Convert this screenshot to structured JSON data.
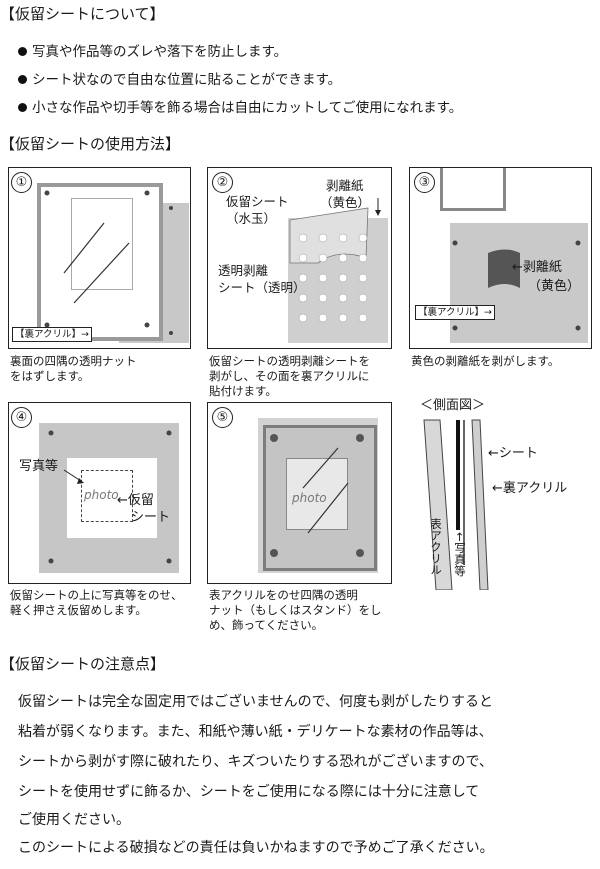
{
  "sections": {
    "about": {
      "title": "【仮留シートについて】",
      "bullets": [
        "写真や作品等のズレや落下を防止します。",
        "シート状なので自由な位置に貼ることができます。",
        "小さな作品や切手等を飾る場合は自由にカットしてご使用になれます。"
      ]
    },
    "usage": {
      "title": "【仮留シートの使用方法】",
      "steps": [
        {
          "num": "①",
          "caption": [
            "裏面の四隅の透明ナット",
            "をはずします。"
          ],
          "label_back_acrylic": "【裏アクリル】→"
        },
        {
          "num": "②",
          "caption": [
            "仮留シートの透明剥離シートを",
            "剥がし、その面を裏アクリルに",
            "貼付けます。"
          ],
          "label_sheet": "仮留シート",
          "label_sheet2": "（水玉）",
          "label_release": "剥離紙",
          "label_release2": "（黄色）",
          "label_clear": "透明剥離",
          "label_clear2": "シート（透明）"
        },
        {
          "num": "③",
          "caption": [
            "黄色の剥離紙を剥がします。"
          ],
          "label_release": "←剥離紙",
          "label_release2": "（黄色）",
          "label_back_acrylic": "【裏アクリル】→"
        },
        {
          "num": "④",
          "caption": [
            "仮留シートの上に写真等をのせ、",
            "軽く押さえ仮留めします。"
          ],
          "label_photo": "写真等",
          "label_photo_word": "photo",
          "label_sheet": "←仮留",
          "label_sheet2": "シート"
        },
        {
          "num": "⑤",
          "caption": [
            "表アクリルをのせ四隅の透明",
            "ナット（もしくはスタンド）をし",
            "め、飾ってください。"
          ],
          "label_photo_word": "photo"
        }
      ],
      "side_view": {
        "title": "＜側面図＞",
        "sheet": "←シート",
        "back_acrylic": "←裏アクリル",
        "front_acrylic": "表アクリル",
        "photo": "←写真等"
      }
    },
    "notes": {
      "title": "【仮留シートの注意点】",
      "lines": [
        "仮留シートは完全な固定用ではございませんので、何度も剥がしたりすると",
        "粘着が弱くなります。また、和紙や薄い紙・デリケートな素材の作品等は、",
        "シートから剥がす際に破れたり、キズついたりする恐れがございますので、",
        "シートを使用せずに飾るか、シートをご使用になる際には十分に注意して",
        "ご使用ください。",
        "このシートによる破損などの責任は負いかねますので予めご了承ください。"
      ]
    }
  }
}
